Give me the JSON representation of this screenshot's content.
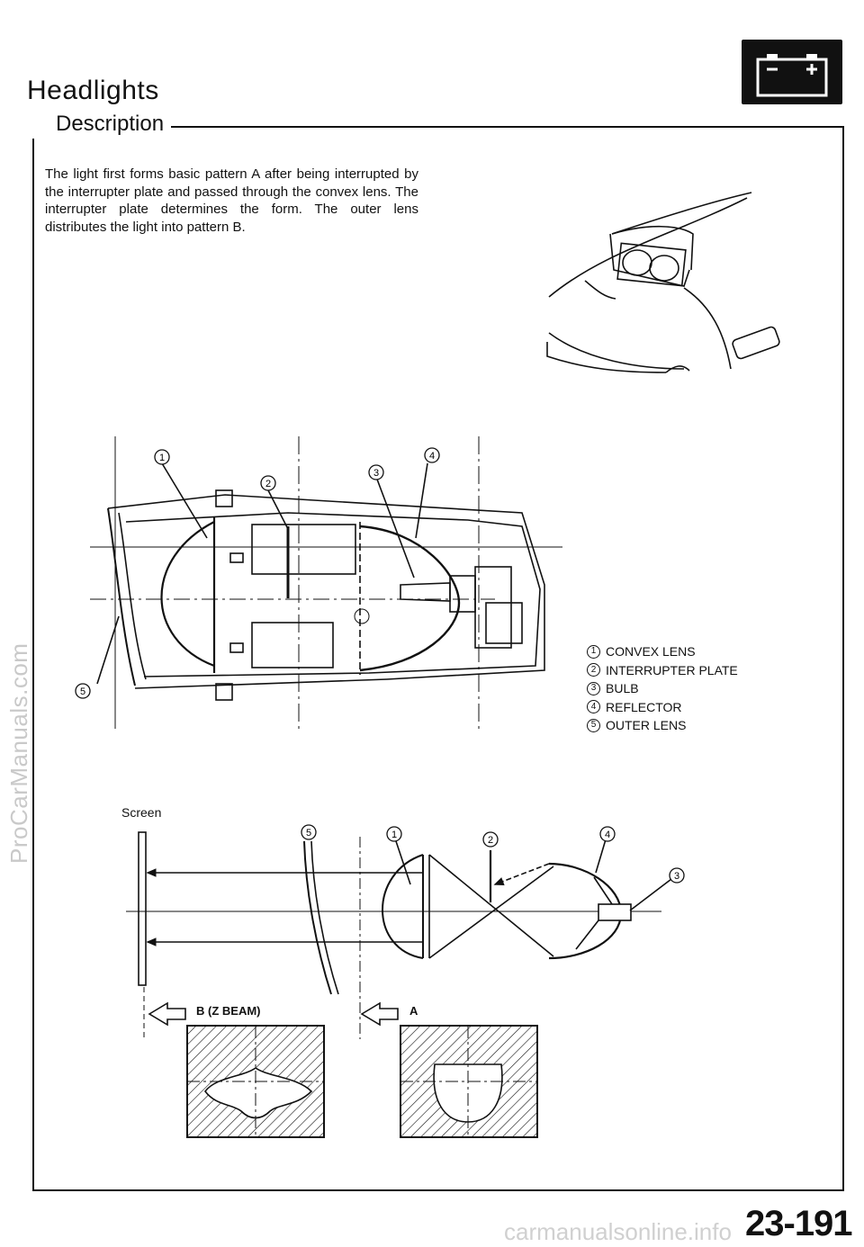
{
  "header": {
    "title": "Headlights",
    "section": "Description"
  },
  "description": "The light first forms basic pattern A after being interrupted by the interrupter plate and passed through the convex lens. The interrupter plate determines the form. The outer lens distributes the light into pattern B.",
  "battery_icon": {
    "name": "battery-icon",
    "minus": "−",
    "plus": "+"
  },
  "watermark": "ProCarManuals.com",
  "callouts": [
    "1",
    "2",
    "3",
    "4",
    "5"
  ],
  "legend": [
    {
      "num": "1",
      "label": "CONVEX  LENS"
    },
    {
      "num": "2",
      "label": "INTERRUPTER  PLATE"
    },
    {
      "num": "3",
      "label": "BULB"
    },
    {
      "num": "4",
      "label": "REFLECTOR"
    },
    {
      "num": "5",
      "label": "OUTER  LENS"
    }
  ],
  "optics": {
    "screen_label": "Screen",
    "pattern_b_label": "B (Z BEAM)",
    "pattern_a_label": "A"
  },
  "page_number": "23-191",
  "footer_watermark": "carmanualsonline.info"
}
